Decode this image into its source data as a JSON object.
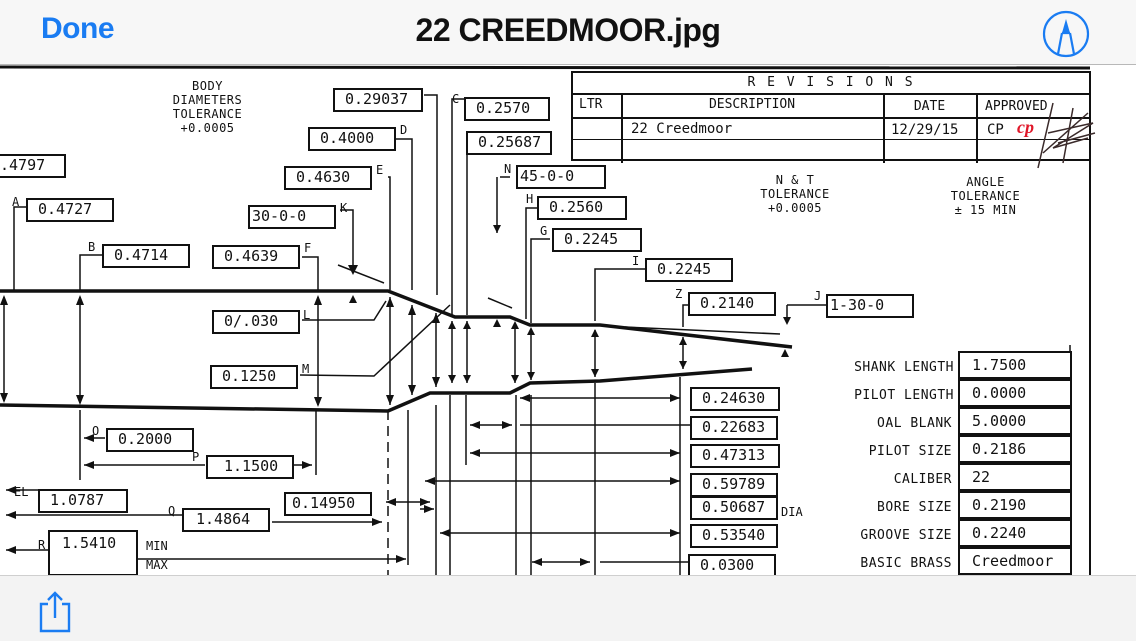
{
  "topbar": {
    "done_label": "Done",
    "title": "22 CREEDMOOR.jpg",
    "markup_icon": "markup-pen-icon"
  },
  "bottombar": {
    "share_icon": "share-icon"
  },
  "colors": {
    "accent": "#1a7cf2",
    "signature_red": "#e0182a"
  },
  "drawing": {
    "notes": {
      "body_tolerance": [
        "BODY",
        "DIAMETERS",
        "TOLERANCE",
        "+0.0005"
      ],
      "nt_tolerance": [
        "N & T",
        "TOLERANCE",
        "+0.0005"
      ],
      "angle_tolerance": [
        "ANGLE",
        "TOLERANCE",
        "± 15 MIN"
      ]
    },
    "revisions": {
      "title": "R E V I S I O N S",
      "headers": [
        "LTR",
        "DESCRIPTION",
        "DATE",
        "APPROVED"
      ],
      "rows": [
        {
          "ltr": "",
          "description": "22 Creedmoor",
          "date": "12/29/15",
          "approved": "CP",
          "initials": "cp"
        },
        {
          "ltr": "",
          "description": "",
          "date": "",
          "approved": ""
        }
      ]
    },
    "dims": {
      "top_left": ".4797",
      "A": {
        "letter": "A",
        "value": "0.4727"
      },
      "B": {
        "letter": "B",
        "value": "0.4714"
      },
      "C": {
        "letter": "C",
        "value": "0.2570"
      },
      "C2": {
        "value": "0.29037"
      },
      "C3": {
        "value": "0.25687"
      },
      "D": {
        "letter": "D",
        "value": "0.4000"
      },
      "E": {
        "letter": "E",
        "value": "0.4630"
      },
      "F": {
        "letter": "F",
        "value": "0.4639"
      },
      "K": {
        "letter": "K",
        "value": "30-0-0"
      },
      "N": {
        "letter": "N",
        "value": "45-0-0"
      },
      "H": {
        "letter": "H",
        "value": "0.2560"
      },
      "G": {
        "letter": "G",
        "value": "0.2245"
      },
      "I": {
        "letter": "I",
        "value": "0.2245"
      },
      "Z": {
        "letter": "Z",
        "value": "0.2140"
      },
      "J": {
        "letter": "J",
        "value": "1-30-0"
      },
      "L": {
        "letter": "L",
        "value": "0/.030"
      },
      "M": {
        "letter": "M",
        "value": "0.1250"
      },
      "O": {
        "letter": "O",
        "value": "0.2000"
      },
      "P": {
        "letter": "P",
        "value": "1.1500"
      },
      "EL": {
        "letter": "EL",
        "value": "1.0787"
      },
      "Q": {
        "letter": "Q",
        "value": "1.4864"
      },
      "Q2": {
        "value": "0.14950"
      },
      "R": {
        "letter": "R",
        "value": "1.5410",
        "min": "MIN",
        "max": "MAX"
      },
      "right_col": [
        "0.24630",
        "0.22683",
        "0.47313",
        "0.59789",
        "0.50687",
        "0.53540",
        "0.0300"
      ],
      "dia_label": "DIA"
    },
    "specs": [
      {
        "label": "SHANK LENGTH",
        "value": "1.7500"
      },
      {
        "label": "PILOT LENGTH",
        "value": "0.0000"
      },
      {
        "label": "OAL BLANK",
        "value": "5.0000"
      },
      {
        "label": "PILOT SIZE",
        "value": "0.2186"
      },
      {
        "label": "CALIBER",
        "value": "22"
      },
      {
        "label": "BORE SIZE",
        "value": "0.2190"
      },
      {
        "label": "GROOVE SIZE",
        "value": "0.2240"
      },
      {
        "label": "BASIC BRASS",
        "value": "Creedmoor"
      }
    ]
  }
}
